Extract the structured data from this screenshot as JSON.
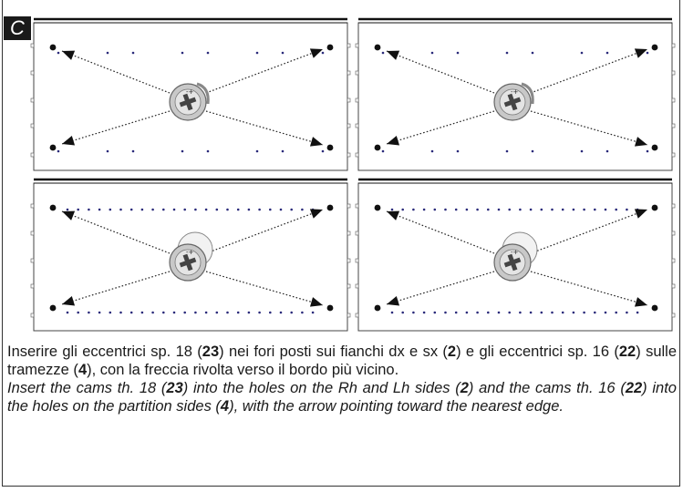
{
  "figure": {
    "label": "C",
    "panels": [
      {
        "id": "top-left",
        "cam": "closed",
        "holes": "sparse"
      },
      {
        "id": "top-right",
        "cam": "closed",
        "holes": "sparse"
      },
      {
        "id": "bottom-left",
        "cam": "open",
        "holes": "dense"
      },
      {
        "id": "bottom-right",
        "cam": "open",
        "holes": "dense"
      }
    ]
  },
  "instructions": {
    "it": [
      {
        "t": "Inserire gli eccentrici sp. 18 ("
      },
      {
        "t": "23",
        "b": true
      },
      {
        "t": ") nei fori posti sui fianchi dx e sx ("
      },
      {
        "t": "2",
        "b": true
      },
      {
        "t": ") e gli eccentrici sp. 16 ("
      },
      {
        "t": "22",
        "b": true
      },
      {
        "t": ") sulle tramezze ("
      },
      {
        "t": "4",
        "b": true
      },
      {
        "t": "), con la freccia rivolta verso il bordo più vicino."
      }
    ],
    "en": [
      {
        "t": "Insert the cams th. 18 ("
      },
      {
        "t": "23",
        "b": true
      },
      {
        "t": ") into the holes on the Rh and Lh sides ("
      },
      {
        "t": "2",
        "b": true
      },
      {
        "t": ") and the cams th. 16 ("
      },
      {
        "t": "22",
        "b": true
      },
      {
        "t": ") into the holes on the partition sides ("
      },
      {
        "t": "4",
        "b": true
      },
      {
        "t": "), with the arrow pointing toward the nearest edge."
      }
    ]
  }
}
